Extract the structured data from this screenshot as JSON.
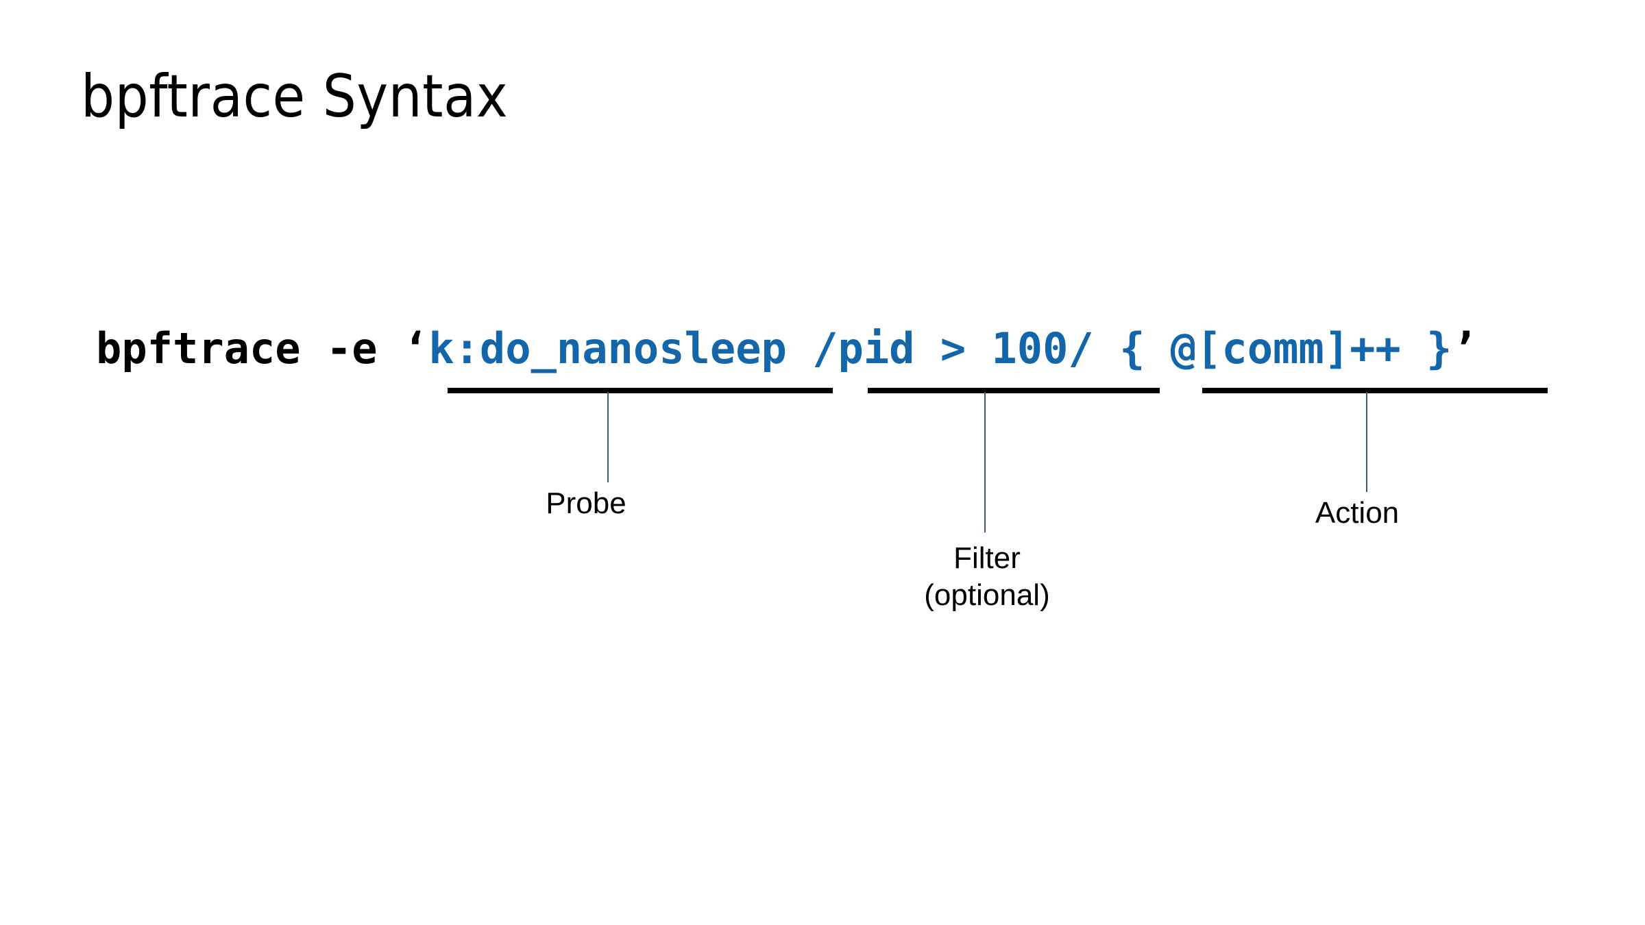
{
  "slide": {
    "title": "bpftrace Syntax",
    "background_color": "#FFFFFF"
  },
  "code": {
    "full_text": "bpftrace -e ‘k:do_nanosleep /pid > 100/ { @[comm]++ }’",
    "tokens": [
      {
        "text": "bpftrace -e ",
        "color": "#000000",
        "role": "command-and-flag"
      },
      {
        "text": "‘",
        "color": "#000000",
        "role": "open-quote"
      },
      {
        "text": "k:do_nanosleep",
        "color": "#1266A9",
        "role": "probe"
      },
      {
        "text": " ",
        "color": "#1266A9",
        "role": "space"
      },
      {
        "text": "/pid > 100/",
        "color": "#1266A9",
        "role": "filter"
      },
      {
        "text": " ",
        "color": "#1266A9",
        "role": "space"
      },
      {
        "text": "{ @[comm]++ }",
        "color": "#1266A9",
        "role": "action"
      },
      {
        "text": "’",
        "color": "#000000",
        "role": "close-quote"
      }
    ],
    "command": "bpftrace",
    "flag": "-e",
    "probe": "k:do_nanosleep",
    "filter": "/pid > 100/",
    "action": "{ @[comm]++ }",
    "accent_color": "#1266A9",
    "text_color": "#000000"
  },
  "callouts": [
    {
      "id": "probe",
      "label": "Probe",
      "target": "k:do_nanosleep",
      "underline_color": "#000000",
      "leader_color": "#3C5A75"
    },
    {
      "id": "filter",
      "label": "Filter\n(optional)",
      "target": "/pid > 100/",
      "underline_color": "#000000",
      "leader_color": "#3C5A75"
    },
    {
      "id": "action",
      "label": "Action",
      "target": "{ @[comm]++ }",
      "underline_color": "#000000",
      "leader_color": "#3C5A75"
    }
  ]
}
